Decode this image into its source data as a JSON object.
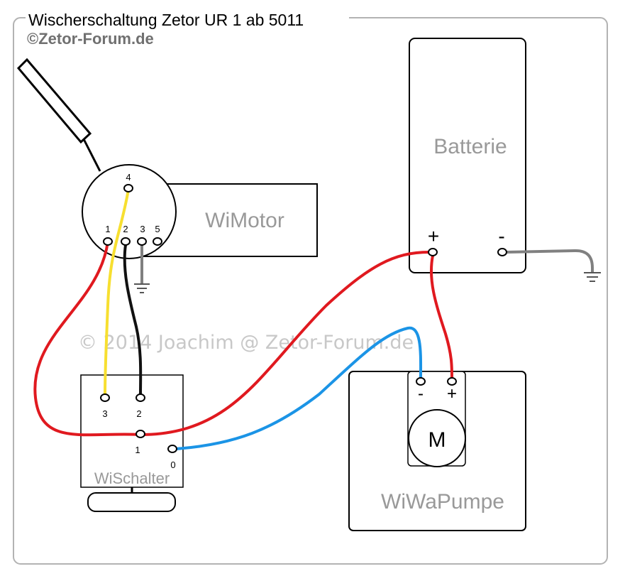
{
  "header": {
    "title": "Wischerschaltung Zetor UR 1 ab 5011",
    "copyright": "©Zetor-Forum.de"
  },
  "watermark": "© 2014 Joachim @ Zetor-Forum.de",
  "components": {
    "battery": {
      "label": "Batterie",
      "plus": "+",
      "minus": "-"
    },
    "wiper_motor": {
      "label": "WiMotor",
      "pins": [
        "4",
        "1",
        "2",
        "3",
        "5"
      ]
    },
    "wiper_switch": {
      "label": "WiSchalter",
      "pins": [
        "3",
        "2",
        "1",
        "0"
      ]
    },
    "washer_pump": {
      "label": "WiWaPumpe",
      "motor": "M",
      "minus": "-",
      "plus": "+"
    }
  },
  "wire_colors": {
    "red": "#e0191f",
    "yellow": "#f7df30",
    "black": "#111111",
    "blue": "#1b94e6",
    "ground": "#808080"
  }
}
